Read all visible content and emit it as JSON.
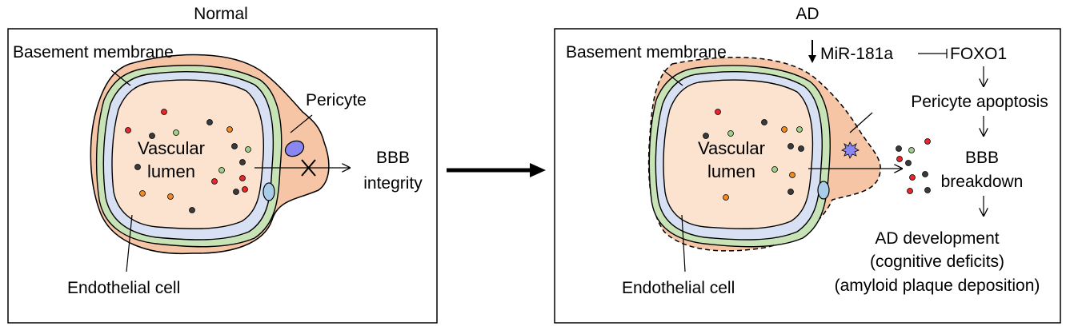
{
  "colors": {
    "pericyte": "#f6c5a6",
    "basement_membrane": "#c8e3b6",
    "endothelium": "#d7e1f3",
    "lumen": "#fbe3d0",
    "pericyte_nucleus": "#8b87f0",
    "endothelial_nucleus": "#a9cce9",
    "particle_red": "#e8262b",
    "particle_orange": "#f08a24",
    "particle_dark": "#3a3a3a",
    "particle_green": "#9ed08b",
    "outline": "#000000"
  },
  "normal": {
    "title": "Normal",
    "basement_membrane": "Basement membrane",
    "pericyte": "Pericyte",
    "lumen_line1": "Vascular",
    "lumen_line2": "lumen",
    "bbb_line1": "BBB",
    "bbb_line2": "integrity",
    "endothelial": "Endothelial cell"
  },
  "ad": {
    "title": "AD",
    "basement_membrane": "Basement membrane",
    "mir": "MiR-181a",
    "foxo": "FOXO1",
    "apoptosis": "Pericyte apoptosis",
    "bbb_line1": "BBB",
    "bbb_line2": "breakdown",
    "dev_line1": "AD development",
    "dev_line2": "(cognitive deficits)",
    "dev_line3": "(amyloid plaque deposition)",
    "lumen_line1": "Vascular",
    "lumen_line2": "lumen",
    "endothelial": "Endothelial cell"
  }
}
